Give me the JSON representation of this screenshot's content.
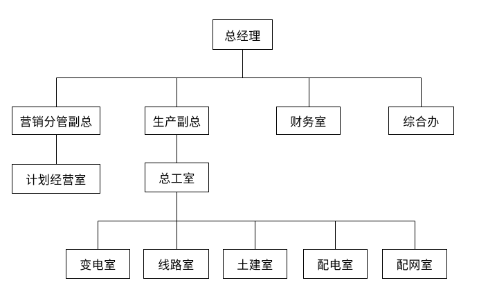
{
  "org_chart": {
    "root": {
      "label": "总经理"
    },
    "level2": [
      {
        "id": "mkt",
        "label": "营销分管副总"
      },
      {
        "id": "prod",
        "label": "生产副总"
      },
      {
        "id": "fin",
        "label": "财务室"
      },
      {
        "id": "admin",
        "label": "综合办"
      }
    ],
    "level3": [
      {
        "id": "plan",
        "parent": "mkt",
        "label": "计划经营室"
      },
      {
        "id": "eng",
        "parent": "prod",
        "label": "总工室"
      }
    ],
    "level4": [
      {
        "id": "sub",
        "parent": "eng",
        "label": "变电室"
      },
      {
        "id": "line",
        "parent": "eng",
        "label": "线路室"
      },
      {
        "id": "civil",
        "parent": "eng",
        "label": "土建室"
      },
      {
        "id": "dist",
        "parent": "eng",
        "label": "配电室"
      },
      {
        "id": "net",
        "parent": "eng",
        "label": "配网室"
      }
    ],
    "colors": {
      "line": "#000000",
      "box_border": "#000000",
      "box_fill": "#ffffff",
      "text": "#000000"
    }
  }
}
